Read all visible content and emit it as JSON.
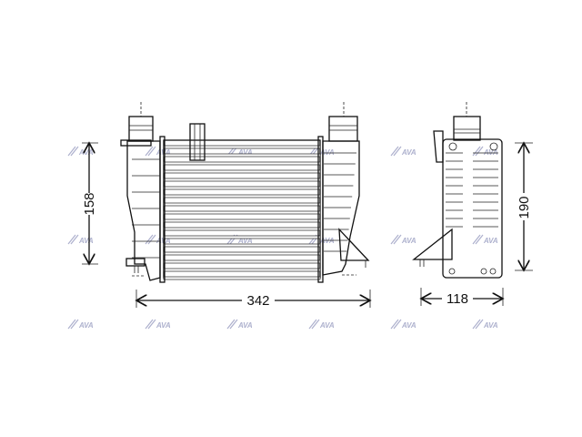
{
  "drawing": {
    "front_view": {
      "width_label": "342",
      "height_label": "158"
    },
    "side_view": {
      "width_label": "118",
      "height_label": "190"
    }
  },
  "watermark": {
    "logo_text": "AVA"
  },
  "colors": {
    "line": "#111111",
    "watermark": "#8a8fb8"
  }
}
